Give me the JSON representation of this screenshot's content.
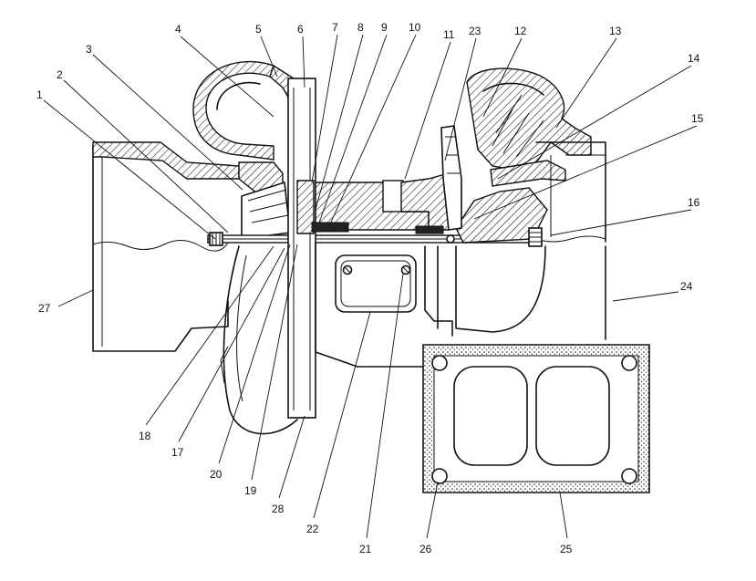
{
  "diagram": {
    "callouts": [
      {
        "id": "1",
        "label": "1"
      },
      {
        "id": "2",
        "label": "2"
      },
      {
        "id": "3",
        "label": "3"
      },
      {
        "id": "4",
        "label": "4"
      },
      {
        "id": "5",
        "label": "5"
      },
      {
        "id": "6",
        "label": "6"
      },
      {
        "id": "7",
        "label": "7"
      },
      {
        "id": "8",
        "label": "8"
      },
      {
        "id": "9",
        "label": "9"
      },
      {
        "id": "10",
        "label": "10"
      },
      {
        "id": "11",
        "label": "11"
      },
      {
        "id": "23",
        "label": "23"
      },
      {
        "id": "12",
        "label": "12"
      },
      {
        "id": "13",
        "label": "13"
      },
      {
        "id": "14",
        "label": "14"
      },
      {
        "id": "15",
        "label": "15"
      },
      {
        "id": "16",
        "label": "16"
      },
      {
        "id": "24",
        "label": "24"
      },
      {
        "id": "27",
        "label": "27"
      },
      {
        "id": "18",
        "label": "18"
      },
      {
        "id": "17",
        "label": "17"
      },
      {
        "id": "20",
        "label": "20"
      },
      {
        "id": "19",
        "label": "19"
      },
      {
        "id": "28",
        "label": "28"
      },
      {
        "id": "22",
        "label": "22"
      },
      {
        "id": "21",
        "label": "21"
      },
      {
        "id": "26",
        "label": "26"
      },
      {
        "id": "25",
        "label": "25"
      }
    ]
  }
}
